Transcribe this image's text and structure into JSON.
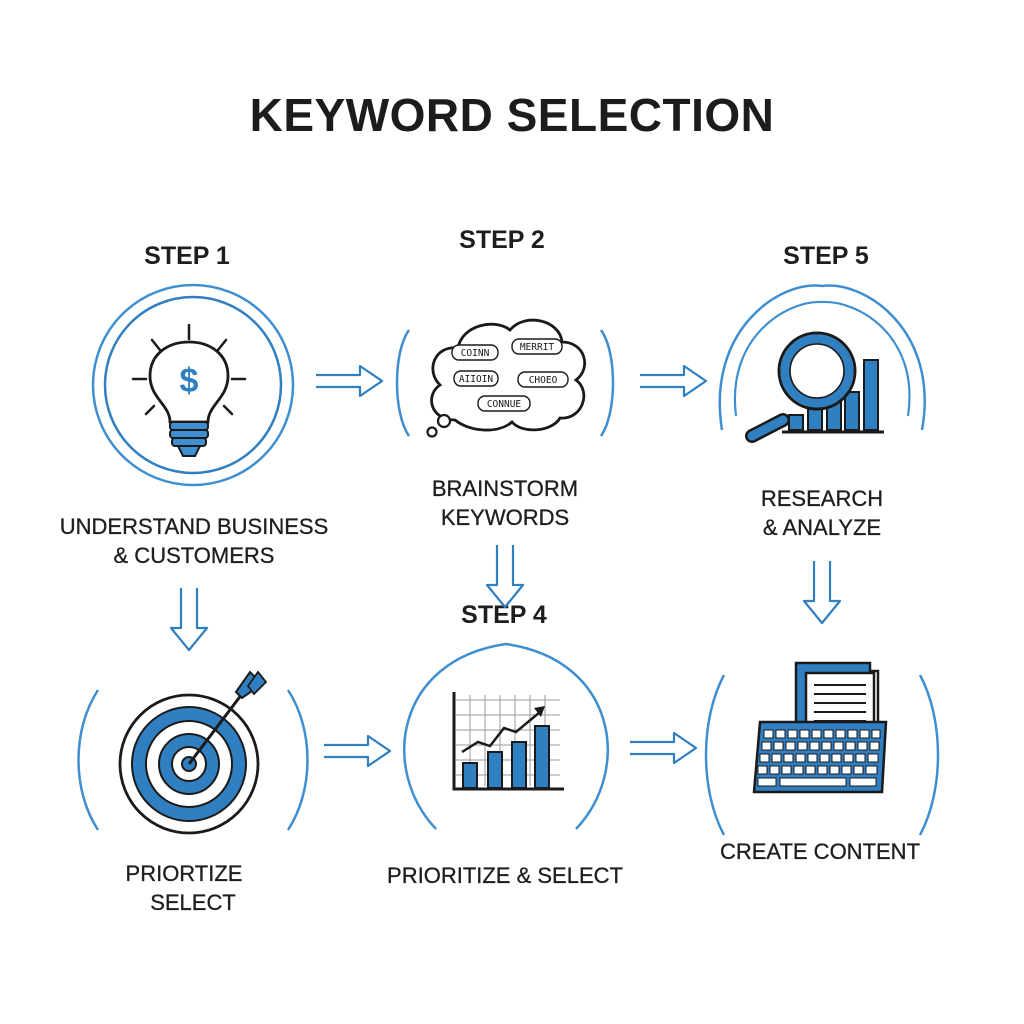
{
  "title": "KEYWORD SELECTION",
  "colors": {
    "accent": "#2f7fc1",
    "light_accent": "#3f8fd0",
    "ink": "#1a1a1a"
  },
  "steps": [
    {
      "label": "STEP 1",
      "caption_lines": [
        "UNDERSTAND BUSINESS",
        "& CUSTOMERS"
      ],
      "icon": "lightbulb-dollar-icon"
    },
    {
      "label": "STEP 2",
      "caption_lines": [
        "BRAINSTORM",
        "KEYWORDS"
      ],
      "icon": "thought-cloud-icon",
      "cloud_words": [
        "COINN",
        "MERRIT",
        "AIIOIN",
        "CHOEO",
        "CONNUE"
      ]
    },
    {
      "label": "STEP 5",
      "caption_lines": [
        "RESEARCH",
        "& ANALYZE"
      ],
      "icon": "magnifier-chart-icon"
    },
    {
      "label": "",
      "caption_lines": [
        "PRIORTIZE",
        "SELECT"
      ],
      "icon": "target-arrow-icon"
    },
    {
      "label": "STEP 4",
      "caption_lines": [
        "PRIORITIZE & SELECT"
      ],
      "icon": "growth-chart-icon"
    },
    {
      "label": "",
      "caption_lines": [
        "CREATE CONTENT"
      ],
      "icon": "keyboard-document-icon"
    }
  ]
}
